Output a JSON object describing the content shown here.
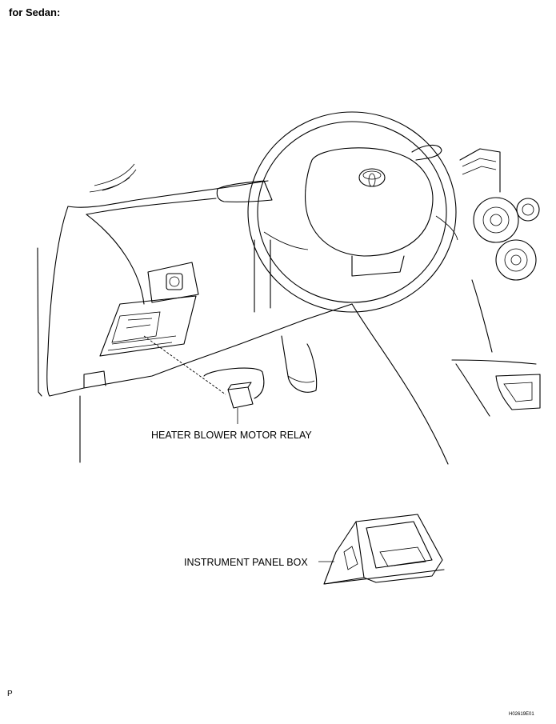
{
  "heading": "for Sedan:",
  "callouts": {
    "relay": "HEATER BLOWER MOTOR RELAY",
    "panel_box": "INSTRUMENT PANEL BOX"
  },
  "corner_mark": "P",
  "figure_code": "H02619E01"
}
